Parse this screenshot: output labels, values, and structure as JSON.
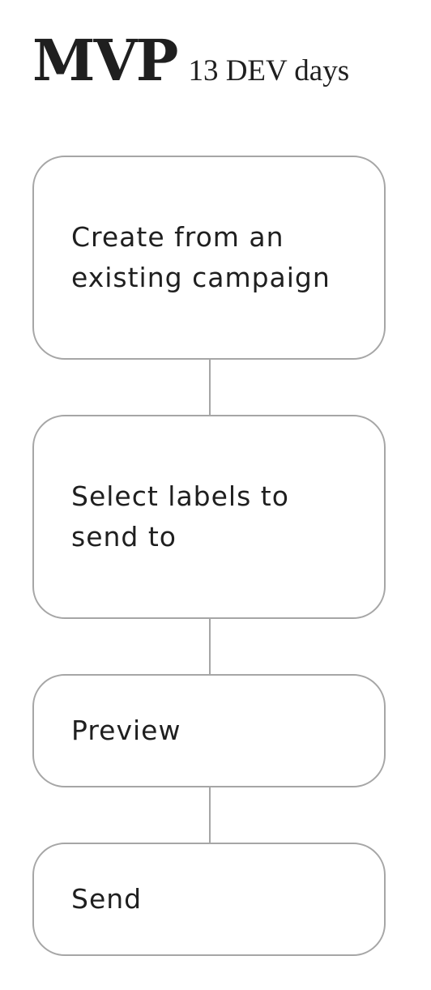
{
  "header": {
    "title": "MVP",
    "subtitle": "13 DEV days"
  },
  "flow": {
    "steps": [
      {
        "label": "Create from an existing campaign"
      },
      {
        "label": "Select labels to send to"
      },
      {
        "label": "Preview"
      },
      {
        "label": "Send"
      }
    ]
  },
  "colors": {
    "border": "#a6a6a6",
    "text": "#1f1f1f",
    "background": "#ffffff"
  }
}
